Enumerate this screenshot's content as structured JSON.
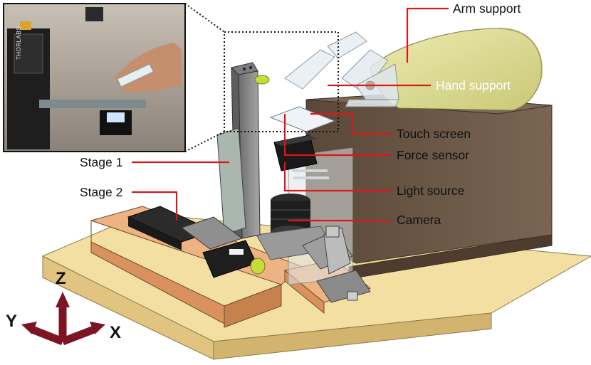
{
  "labels": {
    "arm_support": "Arm support",
    "hand_support": "Hand support",
    "touch_screen": "Touch screen",
    "force_sensor": "Force sensor",
    "light_source": "Light source",
    "camera": "Camera",
    "stage_1": "Stage 1",
    "stage_2": "Stage 2"
  },
  "axes": {
    "x": "X",
    "y": "Y",
    "z": "Z"
  },
  "inset": {
    "device_brand": "THORLABS"
  },
  "colors": {
    "leader_line": "#e0141b",
    "axis_arrow": "#7c1424",
    "base_plate": "#f4dfa2",
    "wood": "#e9a573",
    "body_brown": "#6b5644",
    "arm_support": "#dcdc8c",
    "stage_gray": "#8d8d8d",
    "background": "#ffffff"
  }
}
